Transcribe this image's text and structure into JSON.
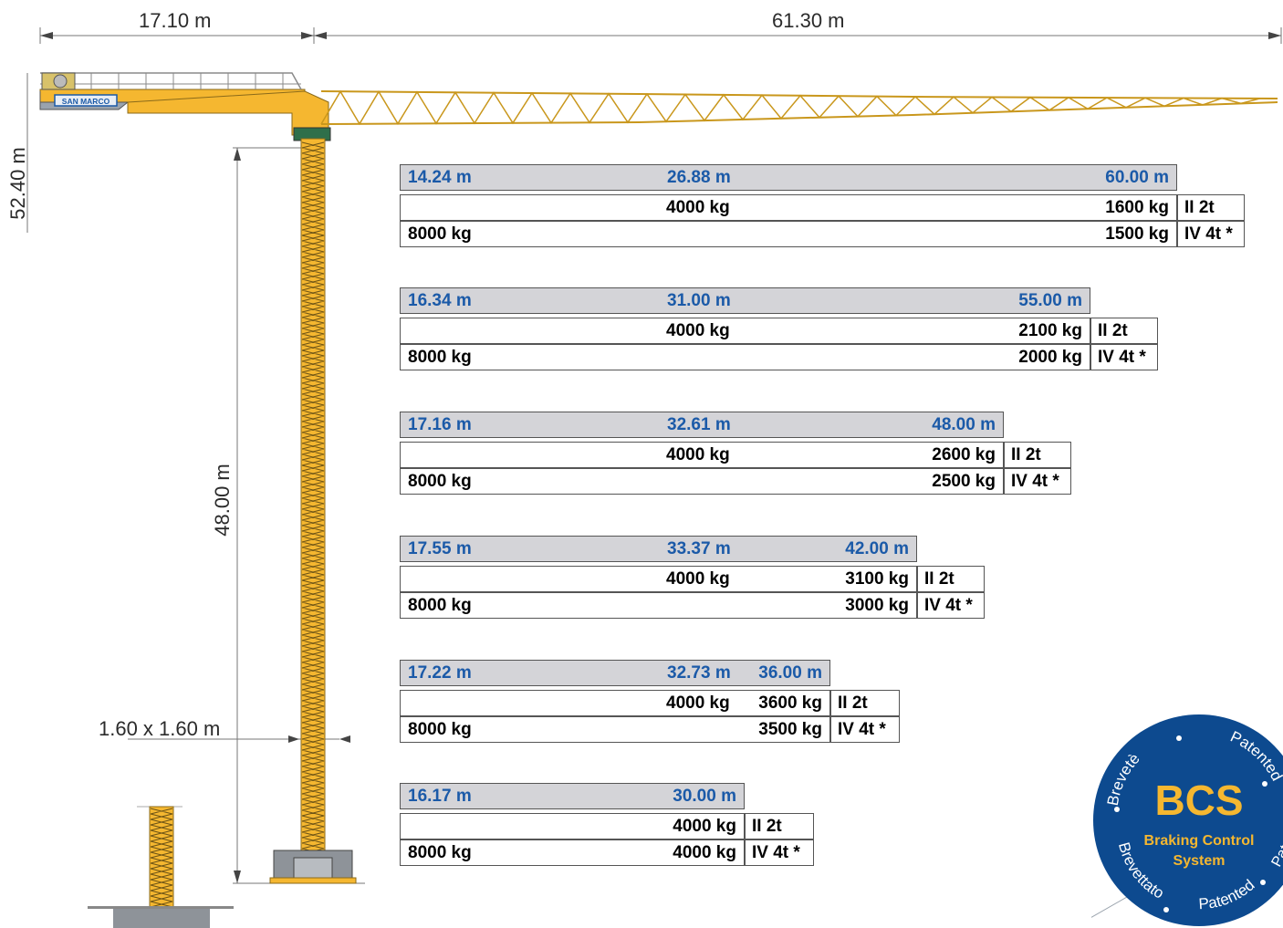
{
  "dimensions": {
    "counter_jib": "17.10 m",
    "jib": "61.30 m",
    "total_height": "52.40 m",
    "hook_height": "48.00 m",
    "mast_section": "1.60 x 1.60 m"
  },
  "brand": "SAN MARCO",
  "tables": [
    {
      "header": [
        "14.24 m",
        "26.88 m",
        "60.00 m"
      ],
      "mid": "",
      "row2": [
        "4000 kg",
        "1600 kg"
      ],
      "row3": [
        "8000 kg",
        "1500 kg"
      ],
      "classes": [
        "II 2t",
        "IV 4t *"
      ]
    },
    {
      "header": [
        "16.34 m",
        "31.00 m",
        "55.00 m"
      ],
      "mid": "",
      "row2": [
        "4000 kg",
        "2100 kg"
      ],
      "row3": [
        "8000 kg",
        "2000 kg"
      ],
      "classes": [
        "II 2t",
        "IV 4t *"
      ]
    },
    {
      "header": [
        "17.16 m",
        "32.61 m",
        "48.00 m"
      ],
      "mid": "",
      "row2": [
        "4000 kg",
        "2600 kg"
      ],
      "row3": [
        "8000 kg",
        "2500 kg"
      ],
      "classes": [
        "II 2t",
        "IV 4t *"
      ]
    },
    {
      "header": [
        "17.55 m",
        "33.37 m",
        "42.00 m"
      ],
      "mid": "",
      "row2": [
        "4000 kg",
        "3100 kg"
      ],
      "row3": [
        "8000 kg",
        "3000 kg"
      ],
      "classes": [
        "II 2t",
        "IV 4t *"
      ]
    },
    {
      "header": [
        "17.22 m",
        "32.73 m",
        "36.00 m"
      ],
      "mid": "",
      "row2": [
        "4000 kg",
        "3600 kg"
      ],
      "row3": [
        "8000 kg",
        "3500 kg"
      ],
      "classes": [
        "II 2t",
        "IV 4t *"
      ]
    },
    {
      "header": [
        "16.17 m",
        "30.00 m",
        ""
      ],
      "mid": "",
      "row2": [
        "4000 kg",
        ""
      ],
      "row3": [
        "8000 kg",
        "4000 kg"
      ],
      "classes": [
        "II 2t",
        "IV 4t *"
      ]
    }
  ],
  "badge": {
    "title": "BCS",
    "subtitle_line1": "Braking Control",
    "subtitle_line2": "System",
    "ring_words": [
      "Brevetè",
      "Patented",
      "Patentiert",
      "Brevettato",
      "Patented"
    ]
  },
  "colors": {
    "crane_yellow": "#f5b730",
    "header_fill": "#d4d4d8",
    "header_text": "#1b5aa8",
    "badge_blue": "#0d4a8f",
    "badge_gold": "#f5b730"
  }
}
